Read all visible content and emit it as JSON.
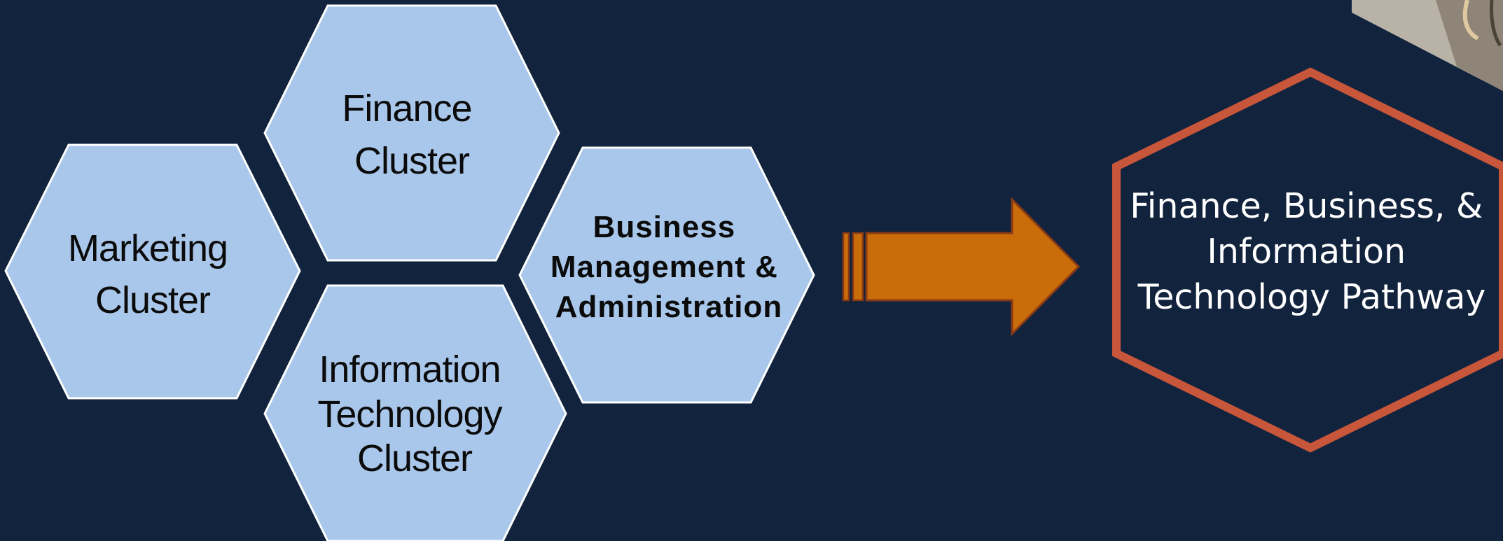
{
  "diagram": {
    "clusters": [
      {
        "id": "marketing",
        "lines": [
          "Marketing",
          "Cluster"
        ]
      },
      {
        "id": "finance",
        "lines": [
          "Finance",
          "Cluster"
        ]
      },
      {
        "id": "information-technology",
        "lines": [
          "Information",
          "Technology",
          "Cluster"
        ]
      },
      {
        "id": "business-management",
        "lines": [
          "Business",
          "Management &",
          "Administration"
        ]
      }
    ],
    "pathway": {
      "lines": [
        "Finance, Business, &",
        "Information",
        "Technology Pathway"
      ]
    },
    "colors": {
      "background": "#11233d",
      "cluster_fill": "#a9c7ea",
      "cluster_border": "#ffffff",
      "arrow_fill": "#c96c0a",
      "arrow_outline": "#8a3a14",
      "pathway_border": "#c8563a",
      "pathway_text": "#ffffff"
    }
  }
}
